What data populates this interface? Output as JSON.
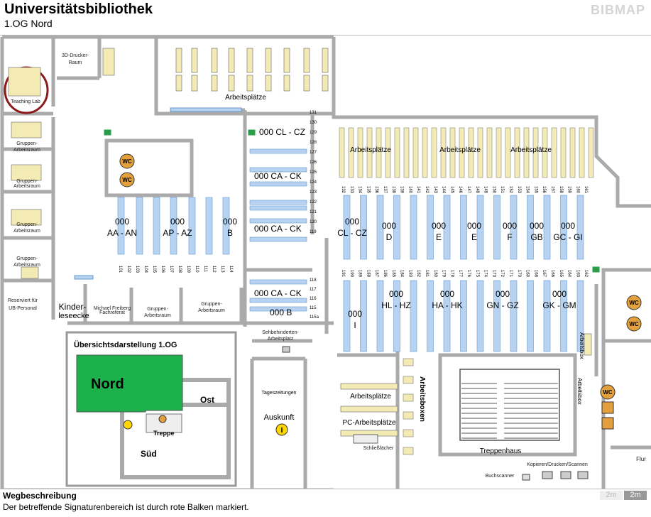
{
  "header": {
    "title": "Universitätsbibliothek",
    "subtitle": "1.OG Nord",
    "brand": "BIBMAP"
  },
  "rooms": {
    "teaching_lab": "Teaching Lab",
    "drucker_line1": "3D-Drucker-",
    "drucker_line2": "Raum",
    "gruppen1_line1": "Gruppen-",
    "gruppen1_line2": "Arbeitsraum",
    "gruppen2_line1": "Gruppen-",
    "gruppen2_line2": "Arbeitsraum",
    "gruppen3_line1": "Gruppen-",
    "gruppen3_line2": "Arbeitsraum",
    "gruppen4_line1": "Gruppen-",
    "gruppen4_line2": "Arbeitsraum",
    "reserviert_line1": "Reserviert für",
    "reserviert_line2": "UB-Personal",
    "kinder_line1": "Kinder-",
    "kinder_line2": "leseecke",
    "mpf_line1": "Michael Freiberg",
    "mpf_line2": "Fachreferat",
    "gruppen5_line1": "Gruppen-",
    "gruppen5_line2": "Arbeitsraum",
    "gruppen6_line1": "Gruppen-",
    "gruppen6_line2": "Arbeitsraum",
    "sehbehinderte_line1": "Sehbehinderten-",
    "sehbehinderte_line2": "Arbeitsplatz",
    "tageszeitungen": "Tageszeitungen",
    "auskunft": "Auskunft",
    "arbeitsplaetze_top": "Arbeitsplätze",
    "arbeitsplaetze_r1": "Arbeitsplätze",
    "arbeitsplaetze_r2": "Arbeitsplätze",
    "arbeitsplaetze_r3": "Arbeitsplätze",
    "arbeitsplaetze_low": "Arbeitsplätze",
    "pc_arbeitsplaetze": "PC-Arbeitsplätze",
    "schliessfaecher": "Schließfächer",
    "arbeitsboxen": "Arbeitsboxen",
    "arbeitsbox1": "Arbeitsbox",
    "arbeitsbox2": "Arbeitsbox",
    "treppenhaus": "Treppenhaus",
    "kopieren": "Kopieren/Drucken/Scannen",
    "buchscanner": "Buchscanner",
    "flur": "Flur",
    "wc": "WC"
  },
  "shelf_groups": [
    {
      "code": "000",
      "range": "AA - AN"
    },
    {
      "code": "000",
      "range": "AP - AZ"
    },
    {
      "code": "000",
      "range": "B"
    },
    {
      "code": "000",
      "range": "CL - CZ"
    },
    {
      "code": "000",
      "range": "D"
    },
    {
      "code": "000",
      "range": "E"
    },
    {
      "code": "000",
      "range": "E"
    },
    {
      "code": "000",
      "range": "F"
    },
    {
      "code": "000",
      "range": "GB"
    },
    {
      "code": "000",
      "range": "GC - GI"
    },
    {
      "code": "000",
      "range": "I"
    },
    {
      "code": "000",
      "range": "HL - HZ"
    },
    {
      "code": "000",
      "range": "HA - HK"
    },
    {
      "code": "000",
      "range": "GN - GZ"
    },
    {
      "code": "000",
      "range": "GK - GM"
    }
  ],
  "shelf_labels": {
    "cl_cz": "000 CL - CZ",
    "ca_ck1": "000 CA - CK",
    "ca_ck2": "000 CA - CK",
    "ca_ck3": "000 CA - CK",
    "b_small": "000 B"
  },
  "shelf_numbers": {
    "left_block": [
      "101",
      "102",
      "103",
      "104",
      "105",
      "106",
      "107",
      "108",
      "109",
      "110",
      "111",
      "112",
      "113",
      "114"
    ],
    "middle_right": [
      "131",
      "130",
      "129",
      "128",
      "127",
      "126",
      "125",
      "124",
      "123",
      "122",
      "121",
      "120",
      "119"
    ],
    "middle_right_low": [
      "118",
      "117",
      "116",
      "115",
      "115a"
    ],
    "row_top": [
      "132",
      "133",
      "134",
      "135",
      "136",
      "137",
      "138",
      "139",
      "140",
      "141",
      "142",
      "143",
      "144",
      "145",
      "146",
      "147",
      "148",
      "149",
      "150",
      "151",
      "152",
      "153",
      "154",
      "155",
      "156",
      "157",
      "158",
      "159",
      "160",
      "161"
    ],
    "row_mid": [
      "191",
      "190",
      "189",
      "188",
      "187",
      "186",
      "185",
      "184",
      "183",
      "182",
      "181",
      "180",
      "179",
      "178",
      "177",
      "176",
      "175",
      "174",
      "173",
      "172",
      "171",
      "170",
      "169",
      "168",
      "167",
      "166",
      "165",
      "164",
      "163",
      "162"
    ]
  },
  "overview": {
    "title": "Übersichtsdarstellung 1.OG",
    "nord": "Nord",
    "ost": "Ost",
    "sued": "Süd",
    "treppe": "Treppe"
  },
  "footer": {
    "title": "Wegbeschreibung",
    "text": "Der betreffende Signaturenbereich ist durch rote Balken markiert.",
    "scale_2m_light": "2m",
    "scale_2m_dark": "2m"
  },
  "colors": {
    "shelf": "#b7d3f1",
    "desk": "#f3eab4",
    "wall": "#aaaaaa",
    "wc": "#e3a03c",
    "nord": "#1cb14a",
    "highlight": "#8b1a1a"
  }
}
